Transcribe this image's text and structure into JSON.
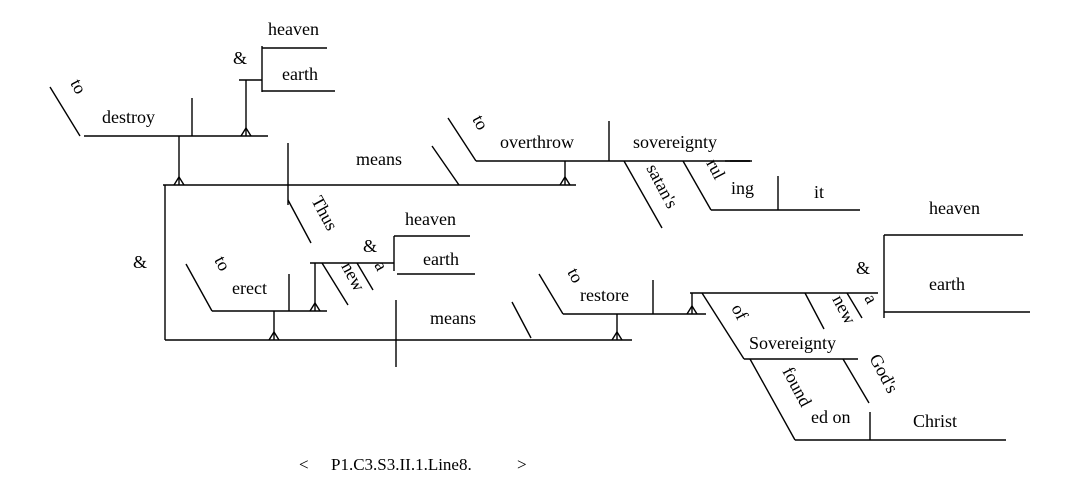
{
  "diagram": {
    "type": "sentence-diagram",
    "words": {
      "to_1": "to",
      "destroy": "destroy",
      "amp_1": "&",
      "heaven_1": "heaven",
      "earth_1": "earth",
      "means_1": "means",
      "to_2": "to",
      "overthrow": "overthrow",
      "sovereignty_1": "sovereignty",
      "satans": "satan's",
      "rul": "rul",
      "ing": "ing",
      "it": "it",
      "amp_left": "&",
      "thus": "Thus",
      "amp_2": "&",
      "heaven_2": "heaven",
      "earth_2": "earth",
      "new_1": "new",
      "a_1": "a",
      "to_3": "to",
      "erect": "erect",
      "means_2": "means",
      "to_4": "to",
      "restore": "restore",
      "heaven_3": "heaven",
      "amp_3": "&",
      "earth_3": "earth",
      "new_2": "new",
      "a_2": "a",
      "of": "of",
      "sovereignty_2": "Sovereignty",
      "gods": "God's",
      "found": "found",
      "ed_on": "ed on",
      "christ": "Christ"
    },
    "footer": {
      "prev": "<",
      "reference": "P1.C3.S3.II.1.Line8.",
      "next": ">"
    }
  }
}
